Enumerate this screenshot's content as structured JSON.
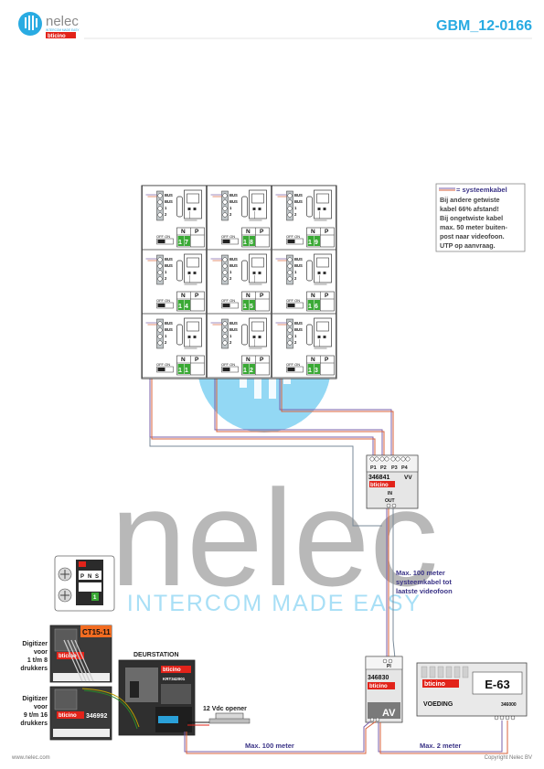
{
  "brand": {
    "name": "nelec",
    "subtitle": "INTERCOM MADE EASY",
    "sub_brand": "bticino"
  },
  "doc_code": "GBM_12-0166",
  "legend": {
    "cable_label": "= systeemkabel",
    "lines": [
      "Bij andere getwiste",
      "kabel 66% afstand!",
      "Bij ongetwiste kabel",
      "max. 50 meter buiten-",
      "post naar videofoon.",
      "UTP op aanvraag."
    ]
  },
  "monitor": {
    "terminals": [
      "BUS",
      "BUS",
      "1",
      "2"
    ],
    "switch": "OFF ON",
    "col_n": "N",
    "col_p": "P",
    "grid": [
      [
        "1",
        "7"
      ],
      [
        "1",
        "8"
      ],
      [
        "1",
        "9"
      ],
      [
        "1",
        "4"
      ],
      [
        "1",
        "5"
      ],
      [
        "1",
        "6"
      ],
      [
        "1",
        "1"
      ],
      [
        "1",
        "2"
      ],
      [
        "1",
        "3"
      ]
    ]
  },
  "distributor": {
    "ports": [
      "P1",
      "P2",
      "P3",
      "P4"
    ],
    "code": "346841",
    "mark": "VV",
    "brand": "bticino",
    "in": "IN",
    "out": "OUT"
  },
  "note_cable": [
    "Max. 100 meter",
    "systeemkabel tot",
    "laatste videofoon"
  ],
  "module_detail": {
    "p": "P",
    "n": "N",
    "s": "S",
    "num": "1"
  },
  "digitizer1": {
    "label": [
      "Digitizer",
      "voor",
      "1 t/m 8",
      "drukkers"
    ],
    "code": "CT15-11",
    "brand": "bticino"
  },
  "digitizer2": {
    "label": [
      "Digitizer",
      "voor",
      "9 t/m 16",
      "drukkers"
    ],
    "code": "346992",
    "brand": "bticino"
  },
  "doorstation": {
    "title": "DEURSTATION",
    "brand": "bticino",
    "code": "KRT342001"
  },
  "opener": "12 Vdc opener",
  "av_unit": {
    "port": "PI",
    "code": "346830",
    "brand": "bticino",
    "mark": "AV"
  },
  "power": {
    "brand": "bticino",
    "model": "E-63",
    "label": "VOEDING",
    "code": "346000"
  },
  "dist_100": "Max. 100 meter",
  "dist_2": "Max. 2 meter",
  "footer": {
    "url": "www.nelec.com",
    "copyright": "Copyright Nelec BV"
  },
  "colors": {
    "accent": "#29abe2",
    "brand_red": "#e2231a",
    "cable_a": "#7a5fa8",
    "cable_b": "#d9603b",
    "cable_c": "#7a8a99",
    "green": "#3aa935"
  }
}
